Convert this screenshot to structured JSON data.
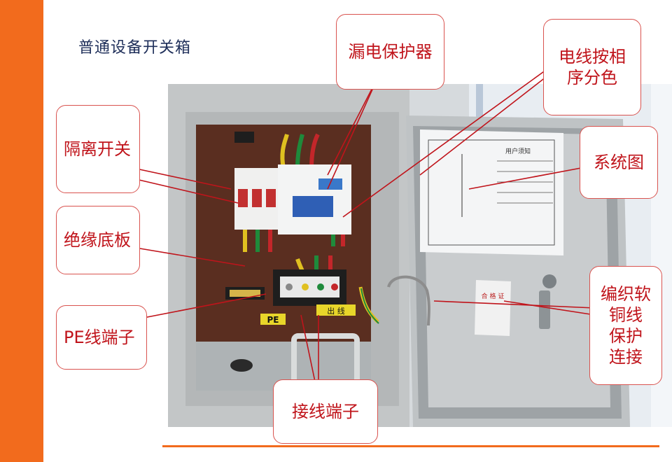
{
  "slide": {
    "title": "普通设备开关箱",
    "accent_color": "#f26b1d",
    "label_color": "#c0141b"
  },
  "labels": {
    "isolation_switch": "隔离开关",
    "leakage_protector": "漏电保护器",
    "phase_colors": "电线按相\n序分色",
    "system_diagram": "系统图",
    "insulation_board": "绝缘底板",
    "pe_terminal": "PE线端子",
    "braided_wire": "编织软\n铜线\n保护\n连接",
    "wiring_terminal": "接线端子"
  },
  "photo": {
    "pe_tag": "PE",
    "out_tag": "出 线",
    "door_sheet_heading": "用户须知",
    "cert_tag": "合 格 证"
  }
}
